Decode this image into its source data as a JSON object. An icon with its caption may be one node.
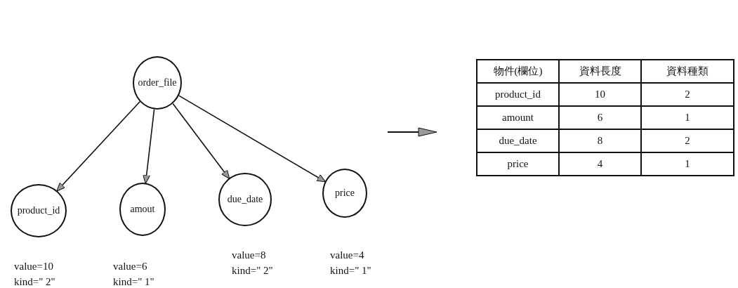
{
  "diagram": {
    "nodes": [
      {
        "text": [
          "order_file"
        ]
      },
      {
        "text": [
          "product_id"
        ],
        "beside": [
          "value=10",
          "kind=\" 2\""
        ]
      },
      {
        "text": [
          "amout"
        ],
        "beside": [
          "value=6",
          "kind=\" 1\""
        ]
      },
      {
        "text": [
          "due_date"
        ],
        "beside": [
          "value=8",
          "kind=\" 2\""
        ]
      },
      {
        "text": [
          "price"
        ],
        "beside": [
          "value=4",
          "kind=\" 1\""
        ]
      }
    ],
    "edges": [
      {
        "from": 0,
        "to": 1,
        "arrow": "to"
      },
      {
        "from": 0,
        "to": 2,
        "arrow": "to"
      },
      {
        "from": 0,
        "to": 3,
        "arrow": "to"
      },
      {
        "from": 0,
        "to": 4,
        "arrow": "to"
      }
    ],
    "labels": [
      "物件(欄位)",
      "資料長度",
      "資料種類",
      "product_id",
      "10",
      "2",
      "amount",
      "6",
      "1",
      "due_date",
      "8",
      "2",
      "price",
      "4",
      "1"
    ]
  }
}
